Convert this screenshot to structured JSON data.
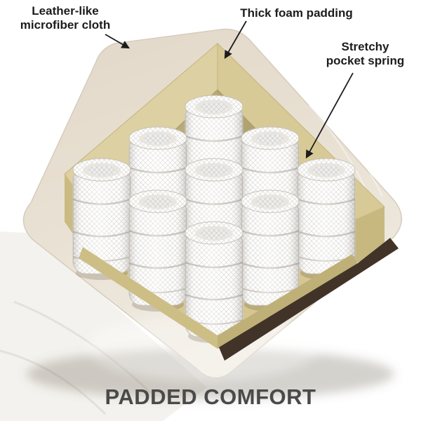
{
  "labels": {
    "cloth": {
      "line1": "Leather-like",
      "line2": "microfiber cloth"
    },
    "foam": {
      "text": "Thick foam padding"
    },
    "spring": {
      "line1": "Stretchy",
      "line2": "pocket spring"
    }
  },
  "title": {
    "text": "PADDED COMFORT"
  },
  "figure": {
    "springs_visible": 9
  },
  "colors": {
    "background": "#ffffff",
    "fabric": "#e8e0d3",
    "fabric_light": "#f0ebe1",
    "foam": "#d8ca96",
    "foam_shadow": "#c5b67e",
    "spring_white": "#ffffff",
    "mesh_gray": "#d8d6d2",
    "edge_brown": "#423328",
    "label_text": "#1c1c1c",
    "title_text": "#4a4a4a"
  }
}
